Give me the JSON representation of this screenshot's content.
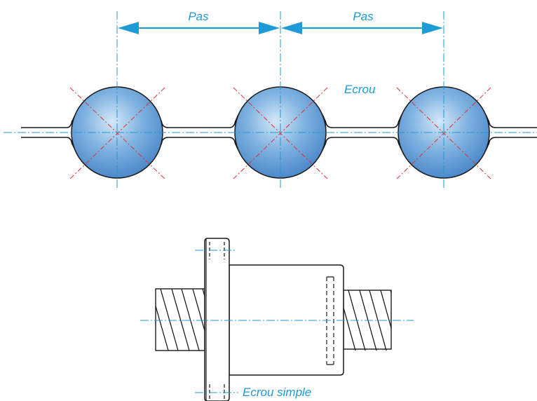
{
  "labels": {
    "pitch_left": "Pas",
    "pitch_right": "Pas",
    "nut_top": "Ecrou",
    "nut_bottom": "Ecrou simple"
  },
  "colors": {
    "accent": "#1e9ad6",
    "ball_light": "#d4e8f8",
    "ball_mid": "#6fa8da",
    "ball_dark": "#3f7fc4",
    "crosshair": "#e0312f",
    "outline": "#1a1a1a"
  }
}
